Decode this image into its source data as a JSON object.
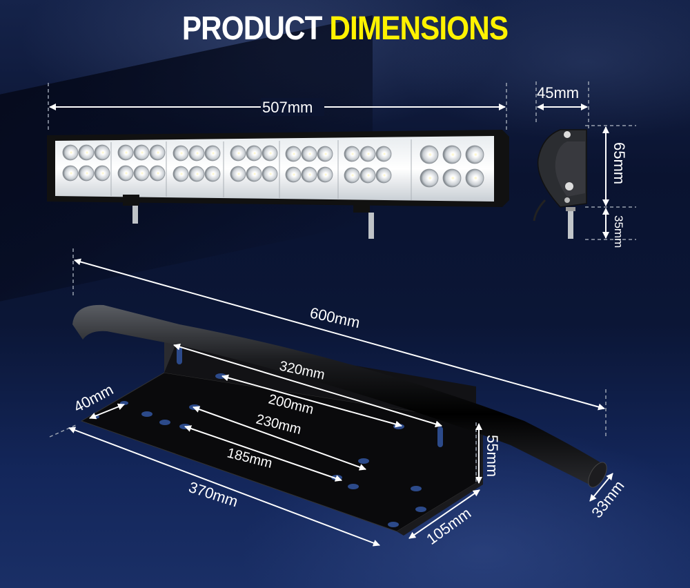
{
  "title": {
    "part1": "PRODUCT",
    "part2": "DIMENSIONS"
  },
  "colors": {
    "title_white": "#ffffff",
    "title_yellow": "#fff200",
    "background": "#0c1633",
    "dimension_line": "#ffffff"
  },
  "light_bar": {
    "length": "507mm",
    "side_width": "45mm",
    "side_height": "65mm",
    "bracket_height": "35mm"
  },
  "bull_bar_bracket": {
    "length": "600mm",
    "slot_spacing_1": "320mm",
    "hole_spacing_1": "200mm",
    "hole_spacing_2": "230mm",
    "hole_spacing_3": "185mm",
    "plate_length": "370mm",
    "edge_offset": "40mm",
    "plate_depth": "105mm",
    "upright_height": "55mm",
    "tube_diameter": "33mm"
  }
}
